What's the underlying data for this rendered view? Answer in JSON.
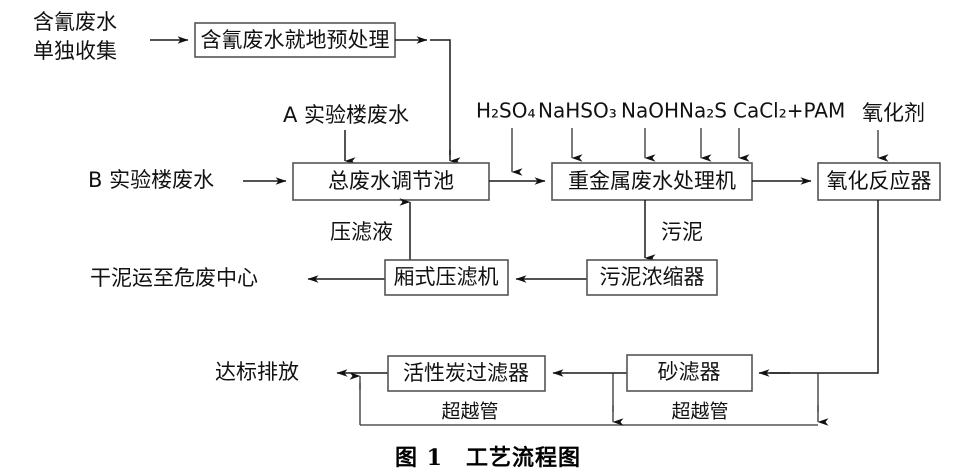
{
  "figure": {
    "caption_number": "图 1",
    "caption_title": "工艺流程图",
    "caption_full": "图 1　工艺流程图",
    "type": "process-flow-diagram",
    "line_color": "#1a1a1a",
    "box_stroke_color": "#555555",
    "background_color": "#ffffff"
  },
  "boxes": {
    "cyanide_pretreat": "含氰废水就地预处理",
    "equalization_tank": "总废水调节池",
    "heavy_metal_machine": "重金属废水处理机",
    "oxidation_reactor": "氧化反应器",
    "filter_press": "厢式压滤机",
    "sludge_thickener": "污泥浓缩器",
    "carbon_filter": "活性炭过滤器",
    "sand_filter": "砂滤器"
  },
  "free_labels": {
    "cyanide_collect_line1": "含氰废水",
    "cyanide_collect_line2": "单独收集",
    "lab_a_wastewater": "A 实验楼废水",
    "lab_b_wastewater": "B 实验楼废水",
    "filtrate": "压滤液",
    "sludge": "污泥",
    "dry_mud_transport": "干泥运至危废中心",
    "compliant_discharge": "达标排放",
    "bypass_pipe_left": "超越管",
    "bypass_pipe_right": "超越管"
  },
  "chemicals": [
    {
      "id": "h2so4",
      "label": "H₂SO₄"
    },
    {
      "id": "nahso3",
      "label": "NaHSO₃"
    },
    {
      "id": "naoh",
      "label": "NaOH"
    },
    {
      "id": "na2s",
      "label": "Na₂S"
    },
    {
      "id": "cacl2_pam",
      "label": "CaCl₂+PAM"
    },
    {
      "id": "oxidant",
      "label": "氧化剂"
    }
  ]
}
